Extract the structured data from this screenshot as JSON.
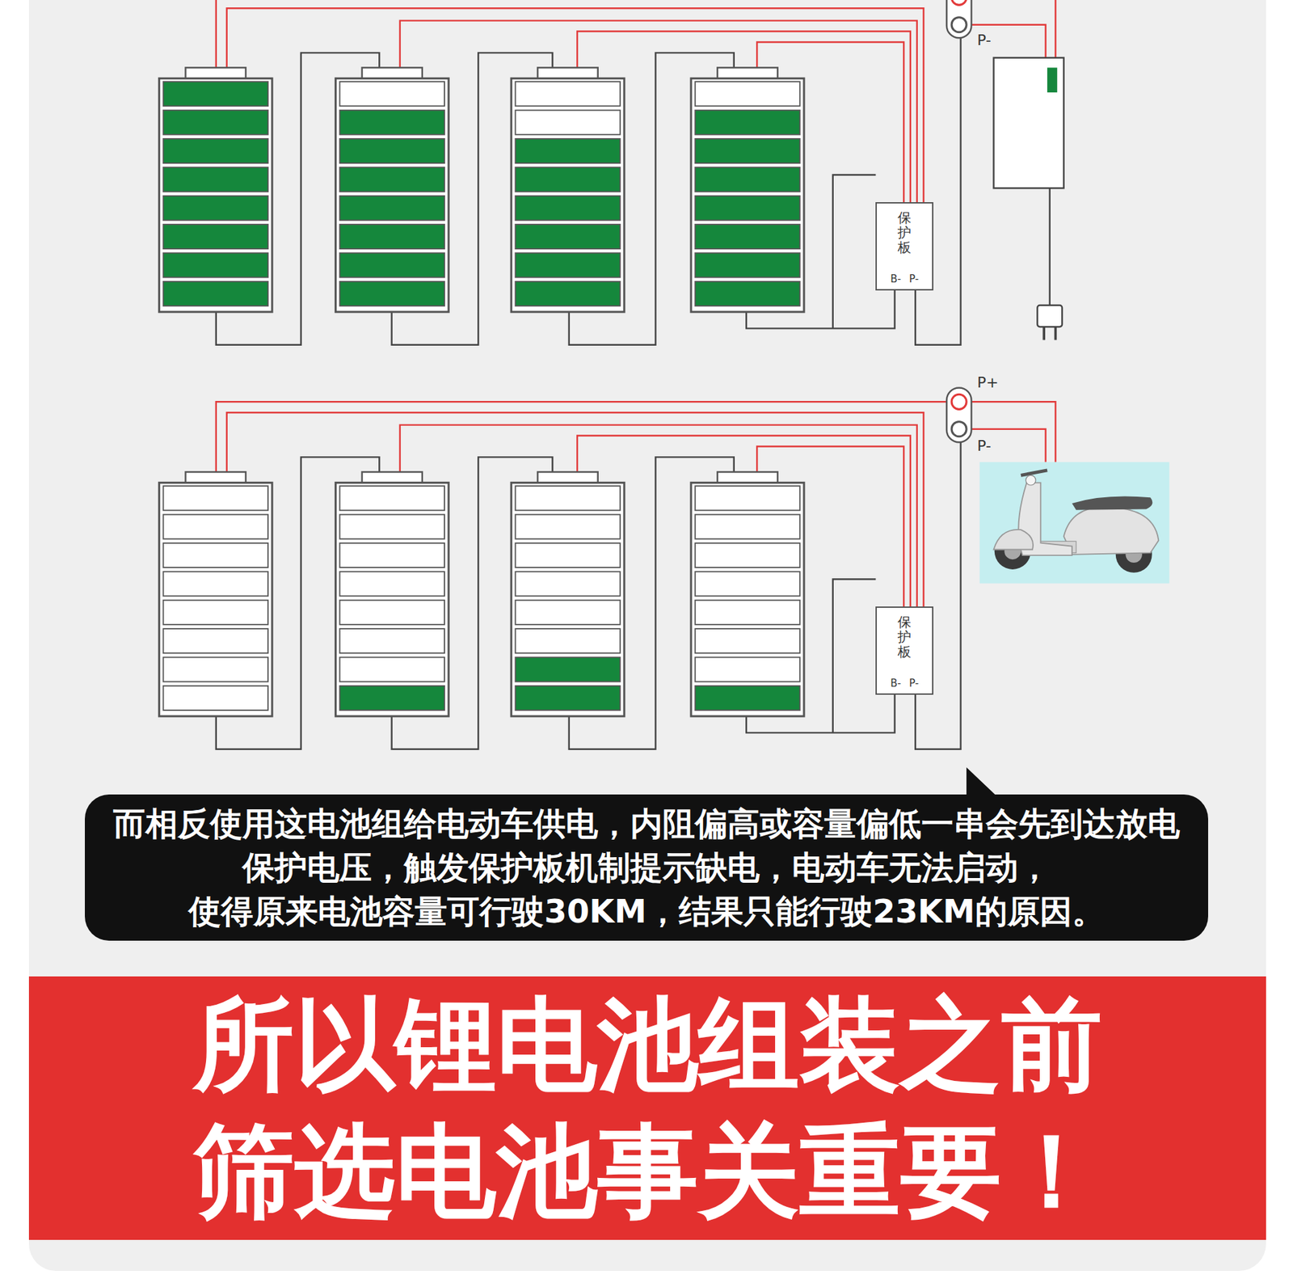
{
  "diagram": {
    "title": "所以锂电池组装之前 筛选电池事关重要！",
    "nodes": [
      {
        "text": [
          "保护板",
          "B-",
          "P-"
        ]
      },
      {
        "text": [
          "保护板",
          "B-",
          "P-"
        ]
      },
      {
        "text": [
          "而相反使用这电池组给电动车供电，内阻偏高或容量偏低一串会先到达放电 保护电压，触发保护板机制提示缺电，电动车无法启动， 使得原来电池容量可行驶30KM，结果只能行驶23KM的原因。"
        ]
      }
    ],
    "labels": [
      "P-",
      "P+",
      "P-"
    ]
  }
}
